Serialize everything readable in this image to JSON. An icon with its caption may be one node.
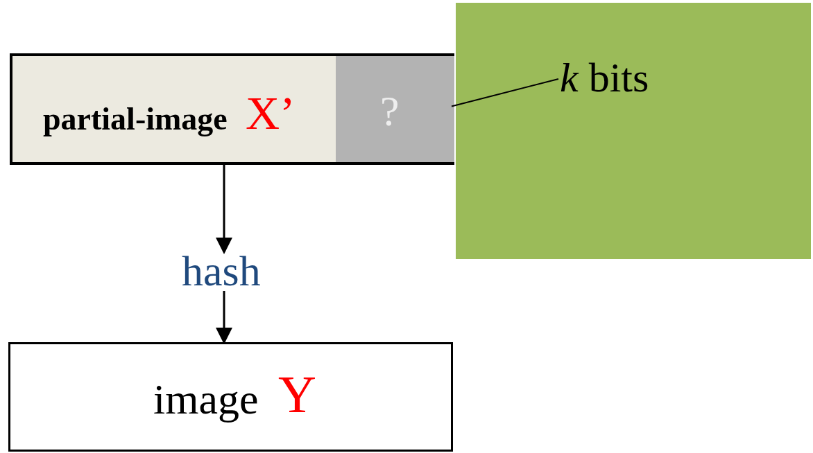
{
  "diagram": {
    "nodes": [
      {
        "text": [
          "partial-image",
          "X’"
        ]
      },
      {
        "text": [
          "?"
        ],
        "in": 0
      },
      {
        "text": [],
        "shape": "box"
      },
      {
        "text": [
          "*k* bits"
        ],
        "in": 2
      },
      {
        "text": [
          "hash"
        ]
      },
      {
        "text": [
          "image",
          "Y"
        ]
      }
    ],
    "edges": [
      {
        "from": 0,
        "to": 4,
        "arrow": "to"
      },
      {
        "from": 4,
        "to": 5,
        "arrow": "to"
      },
      {
        "from": 3,
        "to": 1,
        "arrow": "none"
      }
    ]
  }
}
